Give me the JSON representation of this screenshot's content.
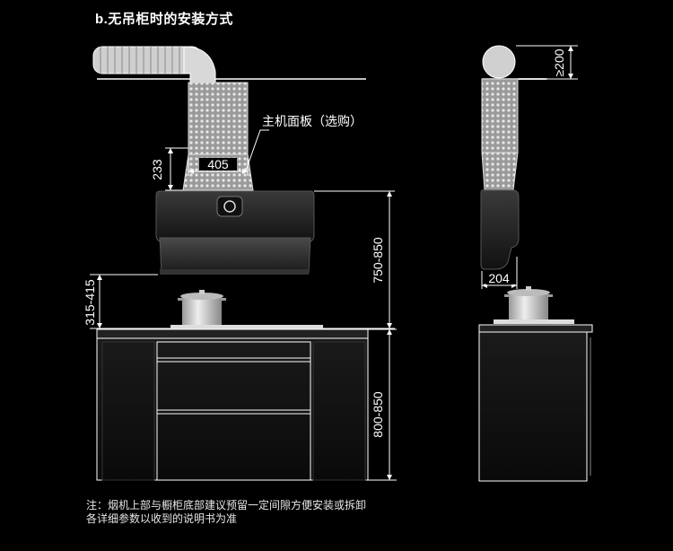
{
  "title": "b.无吊柜时的安装方式",
  "labels": {
    "panel_callout": "主机面板（选购）",
    "duct_width": "405",
    "duct_height": "233",
    "duct_clearance": "≥200",
    "side_depth": "204",
    "hood_to_stove": "315-415",
    "hood_to_floor": "750-850",
    "cabinet_height": "800-850"
  },
  "notes": {
    "line1": "注：烟机上部与橱柜底部建议预留一定间隙方便安装或拆卸",
    "line2": "各详细参数以收到的说明书为准"
  },
  "colors": {
    "background": "#000000",
    "line": "#ffffff",
    "duct": "#cfcfcf",
    "hood_body": "#2a2a2a"
  }
}
